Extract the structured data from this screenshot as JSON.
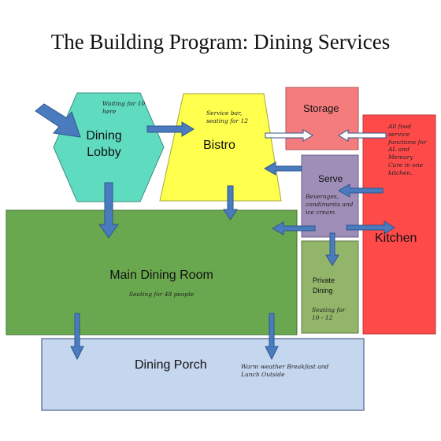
{
  "title": "The Building Program: Dining Services",
  "nodes": {
    "dining_lobby": {
      "label": "Dining Lobby",
      "note": "Waiting for 10 here",
      "color": "#5fdcc0"
    },
    "bistro": {
      "label": "Bistro",
      "note": "Service bar, seating for 12",
      "color": "#ffff4d"
    },
    "storage": {
      "label": "Storage",
      "color": "#f47c7c"
    },
    "serve": {
      "label": "Serve",
      "note": "Beverages, condiments and ice cream",
      "color": "#9f8fb8"
    },
    "kitchen": {
      "label": "Kitchen",
      "note": "All food service functions for AL and Memory Care in one kitchen.",
      "color": "#ff4a4a"
    },
    "main_dining_room": {
      "label": "Main Dining Room",
      "note": "Seating for 48 people",
      "color": "#6aa84f"
    },
    "private_dining": {
      "label": "Private Dining",
      "note": "Seating for 10 - 12",
      "color": "#93b56a"
    },
    "dining_porch": {
      "label": "Dining Porch",
      "note": "Warm weather Breakfast and Lunch Outside",
      "color": "#c5d6ef"
    }
  },
  "arrow_color": "#4a7bbf"
}
